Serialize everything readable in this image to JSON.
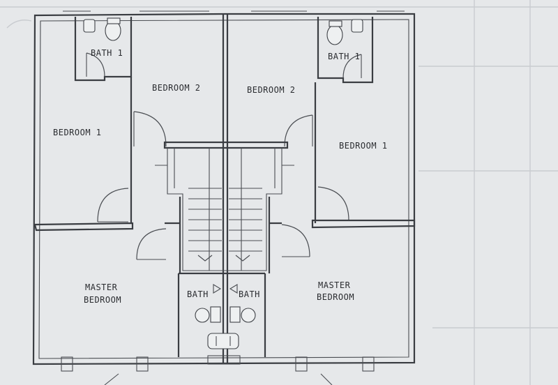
{
  "rooms": {
    "left_bedroom_1": "BEDROOM 1",
    "left_bedroom_2": "BEDROOM 2",
    "right_bedroom_2": "BEDROOM 2",
    "right_bedroom_1": "BEDROOM 1",
    "left_bath_1": "BATH 1",
    "right_bath_1": "BATH 1",
    "left_master": [
      "MASTER",
      "BEDROOM"
    ],
    "right_master": [
      "MASTER",
      "BEDROOM"
    ],
    "left_bath_bottom": "BATH",
    "right_bath_bottom": "BATH"
  },
  "colors": {
    "paper": "#e6e8ea",
    "ink": "#3a3d42"
  }
}
